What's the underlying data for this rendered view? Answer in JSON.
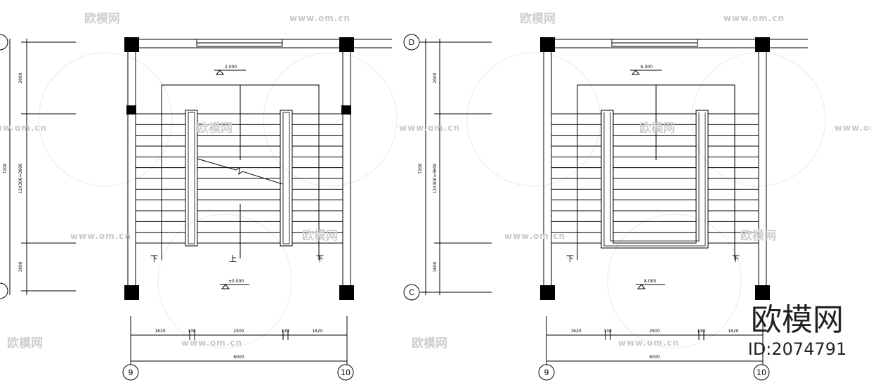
{
  "watermark": {
    "site_url": "www.om.cn",
    "site_name": "欧模网"
  },
  "brand": {
    "name": "欧模网",
    "id": "ID:2074791"
  },
  "plans": [
    {
      "top_level": "2.000",
      "bottom_level": "±0.000",
      "arrow_down_left": "下",
      "arrow_up_mid": "上",
      "arrow_down_right": "下",
      "dims_bottom": [
        "1620",
        "130",
        "2500",
        "130",
        "1620"
      ],
      "dim_total": "6000",
      "axis_left": "9",
      "axis_right": "10",
      "dims_side": [
        "2000",
        "12X300=3600",
        "1600"
      ],
      "dim_side_total": "7200"
    },
    {
      "top_level": "6.000",
      "bottom_level": "8.000",
      "arrow_down_left": "下",
      "arrow_down_right": "下",
      "dims_bottom": [
        "1620",
        "130",
        "2500",
        "130",
        "1620"
      ],
      "dim_total": "6000",
      "axis_left": "9",
      "axis_right": "10",
      "axis_top": "D",
      "axis_bottom": "C",
      "dims_side": [
        "2000",
        "12X300=3600",
        "1600"
      ],
      "dim_side_total": "7200"
    }
  ]
}
